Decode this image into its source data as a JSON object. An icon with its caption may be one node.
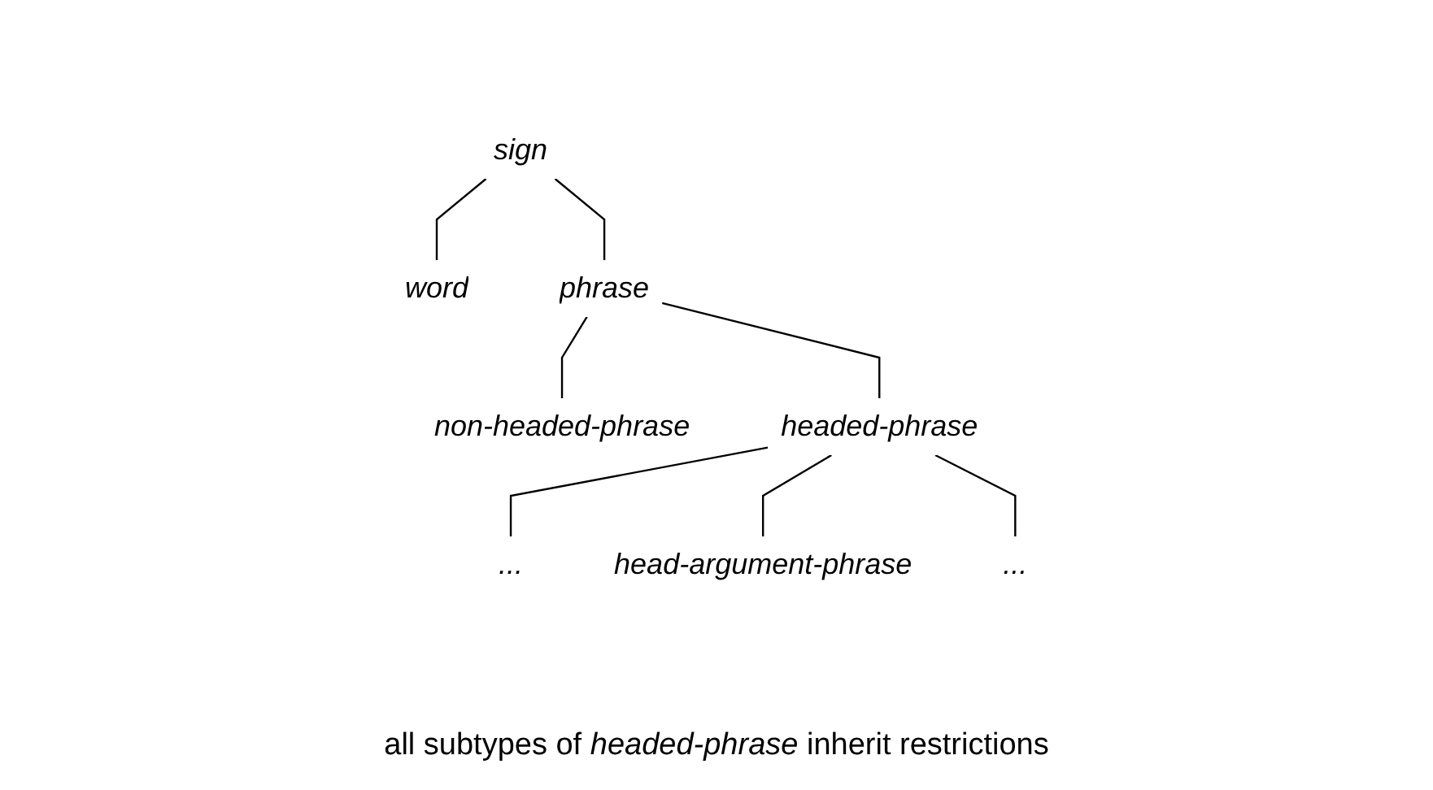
{
  "diagram": {
    "caption": "all subtypes of *headed-phrase* inherit restrictions",
    "nodes": [
      {
        "text": [
          "sign"
        ]
      },
      {
        "text": [
          "word"
        ]
      },
      {
        "text": [
          "phrase"
        ]
      },
      {
        "text": [
          "non-headed-phrase"
        ]
      },
      {
        "text": [
          "headed-phrase"
        ]
      },
      {
        "text": [
          "..."
        ]
      },
      {
        "text": [
          "head-argument-phrase"
        ]
      },
      {
        "text": [
          "..."
        ]
      }
    ],
    "edges": [
      {
        "from": 0,
        "to": 1,
        "arrow": "none"
      },
      {
        "from": 0,
        "to": 2,
        "arrow": "none"
      },
      {
        "from": 2,
        "to": 3,
        "arrow": "none"
      },
      {
        "from": 2,
        "to": 4,
        "arrow": "none"
      },
      {
        "from": 4,
        "to": 5,
        "arrow": "none"
      },
      {
        "from": 4,
        "to": 6,
        "arrow": "none"
      },
      {
        "from": 4,
        "to": 7,
        "arrow": "none"
      }
    ]
  }
}
